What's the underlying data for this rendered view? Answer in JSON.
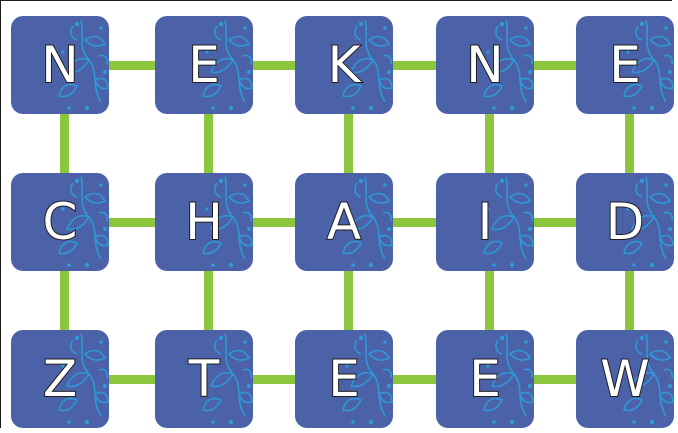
{
  "puzzle": {
    "rows": [
      [
        "N",
        "E",
        "K",
        "N",
        "E"
      ],
      [
        "C",
        "H",
        "A",
        "I",
        "D"
      ],
      [
        "Z",
        "T",
        "E",
        "E",
        "W"
      ]
    ]
  },
  "colors": {
    "tile": "#4b62a8",
    "connector": "#8cc63e",
    "decoration": "#2aa3e0",
    "letter_fill": "#ffffff",
    "letter_outline": "#1e1e1e"
  }
}
